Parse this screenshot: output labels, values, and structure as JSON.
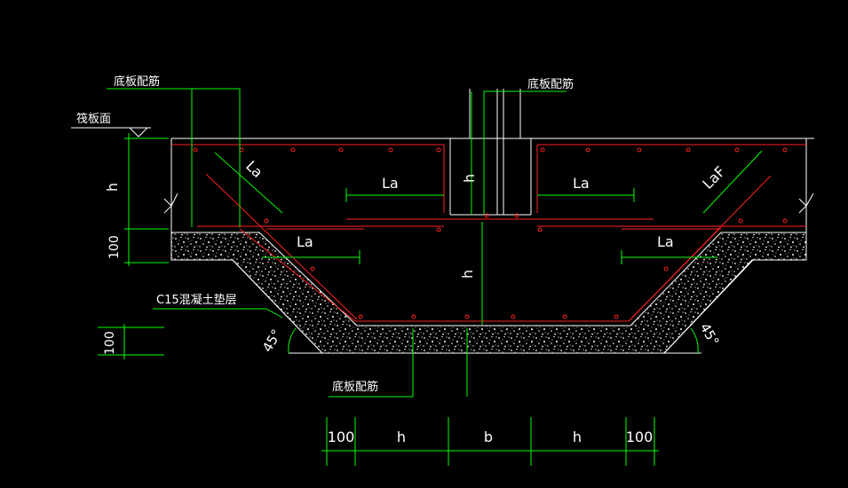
{
  "labels": {
    "bottom_rebar_top_left": "底板配筋",
    "bottom_rebar_top_right": "底板配筋",
    "raft_surface": "筏板面",
    "h_left": "h",
    "cushion_100_left": "100",
    "cushion_100_lower": "100",
    "la_diag_left": "La",
    "la_top_left": "La",
    "la_mid_left": "La",
    "h_center_top": "h",
    "la_top_right": "La",
    "laf_diag_right": "LaF",
    "la_mid_right": "La",
    "h_center": "h",
    "concrete_cushion": "C15混凝土垫层",
    "angle_left": "45°",
    "angle_right": "45°",
    "bottom_rebar_bottom": "底板配筋"
  },
  "dimensions": [
    "100",
    "h",
    "b",
    "h",
    "100"
  ],
  "colors": {
    "background": "#000000",
    "outline": "#ffffff",
    "rebar": "#ff2020",
    "dimension": "#00ff00"
  }
}
